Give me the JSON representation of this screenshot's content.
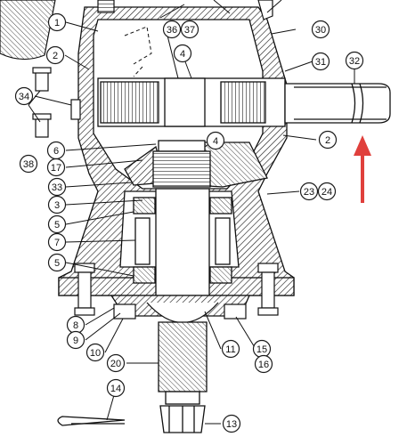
{
  "diagram": {
    "callouts": [
      {
        "id": "c1",
        "label": "1"
      },
      {
        "id": "c2a",
        "label": "2"
      },
      {
        "id": "c2b",
        "label": "2"
      },
      {
        "id": "c3",
        "label": "3"
      },
      {
        "id": "c4a",
        "label": "4"
      },
      {
        "id": "c4b",
        "label": "4"
      },
      {
        "id": "c5a",
        "label": "5"
      },
      {
        "id": "c5b",
        "label": "5"
      },
      {
        "id": "c6",
        "label": "6"
      },
      {
        "id": "c7",
        "label": "7"
      },
      {
        "id": "c8",
        "label": "8"
      },
      {
        "id": "c9",
        "label": "9"
      },
      {
        "id": "c10",
        "label": "10"
      },
      {
        "id": "c11",
        "label": "11"
      },
      {
        "id": "c13",
        "label": "13"
      },
      {
        "id": "c14",
        "label": "14"
      },
      {
        "id": "c15",
        "label": "15"
      },
      {
        "id": "c16",
        "label": "16"
      },
      {
        "id": "c17",
        "label": "17"
      },
      {
        "id": "c20",
        "label": "20"
      },
      {
        "id": "c23",
        "label": "23"
      },
      {
        "id": "c24",
        "label": "24"
      },
      {
        "id": "c30",
        "label": "30"
      },
      {
        "id": "c31",
        "label": "31"
      },
      {
        "id": "c32",
        "label": "32"
      },
      {
        "id": "c33",
        "label": "33"
      },
      {
        "id": "c34",
        "label": "34"
      },
      {
        "id": "c36",
        "label": "36"
      },
      {
        "id": "c37",
        "label": "37"
      },
      {
        "id": "c38",
        "label": "38"
      }
    ],
    "arrow_color": "#e0403c",
    "line_color": "#1a1a1a"
  }
}
